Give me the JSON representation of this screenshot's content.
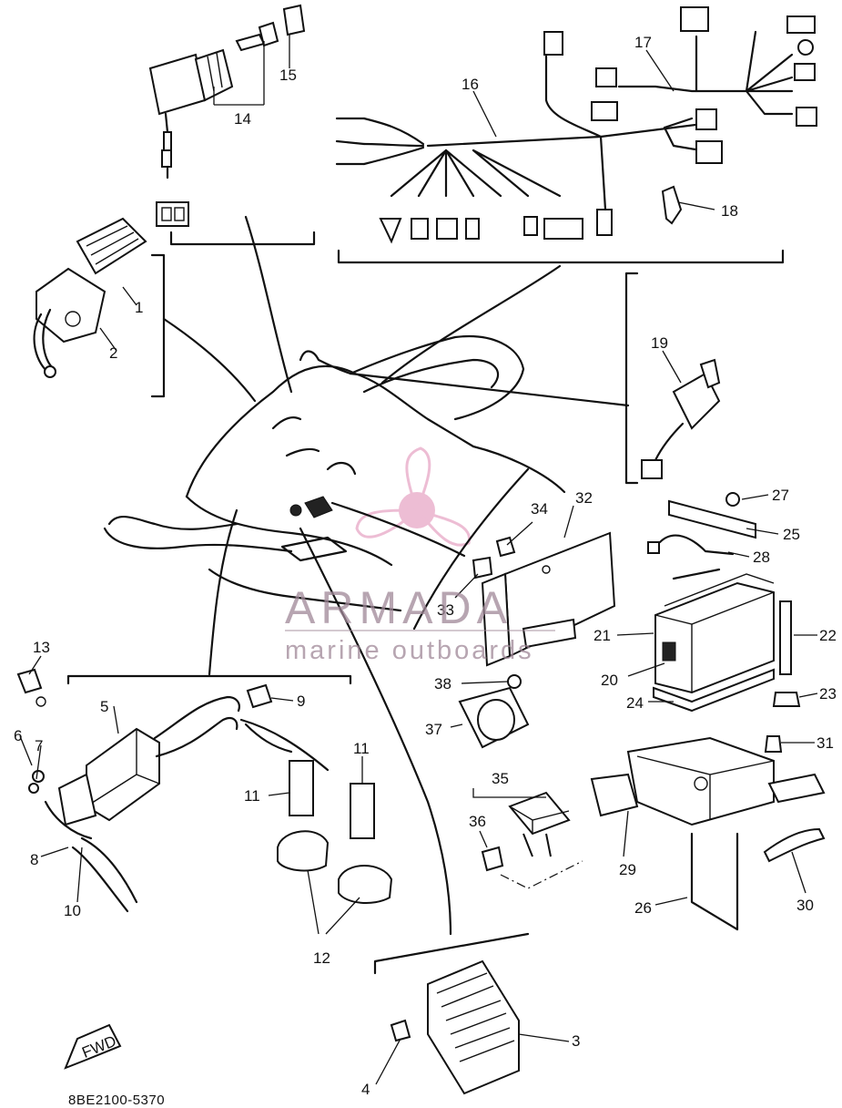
{
  "diagram_code": "8BE2100-5370",
  "fwd_label": "FWD",
  "watermark": {
    "brand": "ARMADA",
    "tagline": "marine outboards",
    "color": "#e7a7c6"
  },
  "callouts": [
    "1",
    "2",
    "3",
    "4",
    "5",
    "6",
    "7",
    "8",
    "9",
    "10",
    "11",
    "11",
    "12",
    "13",
    "14",
    "15",
    "16",
    "17",
    "18",
    "19",
    "20",
    "21",
    "22",
    "23",
    "24",
    "25",
    "26",
    "27",
    "28",
    "29",
    "30",
    "31",
    "32",
    "33",
    "34",
    "35",
    "36",
    "37",
    "38"
  ]
}
